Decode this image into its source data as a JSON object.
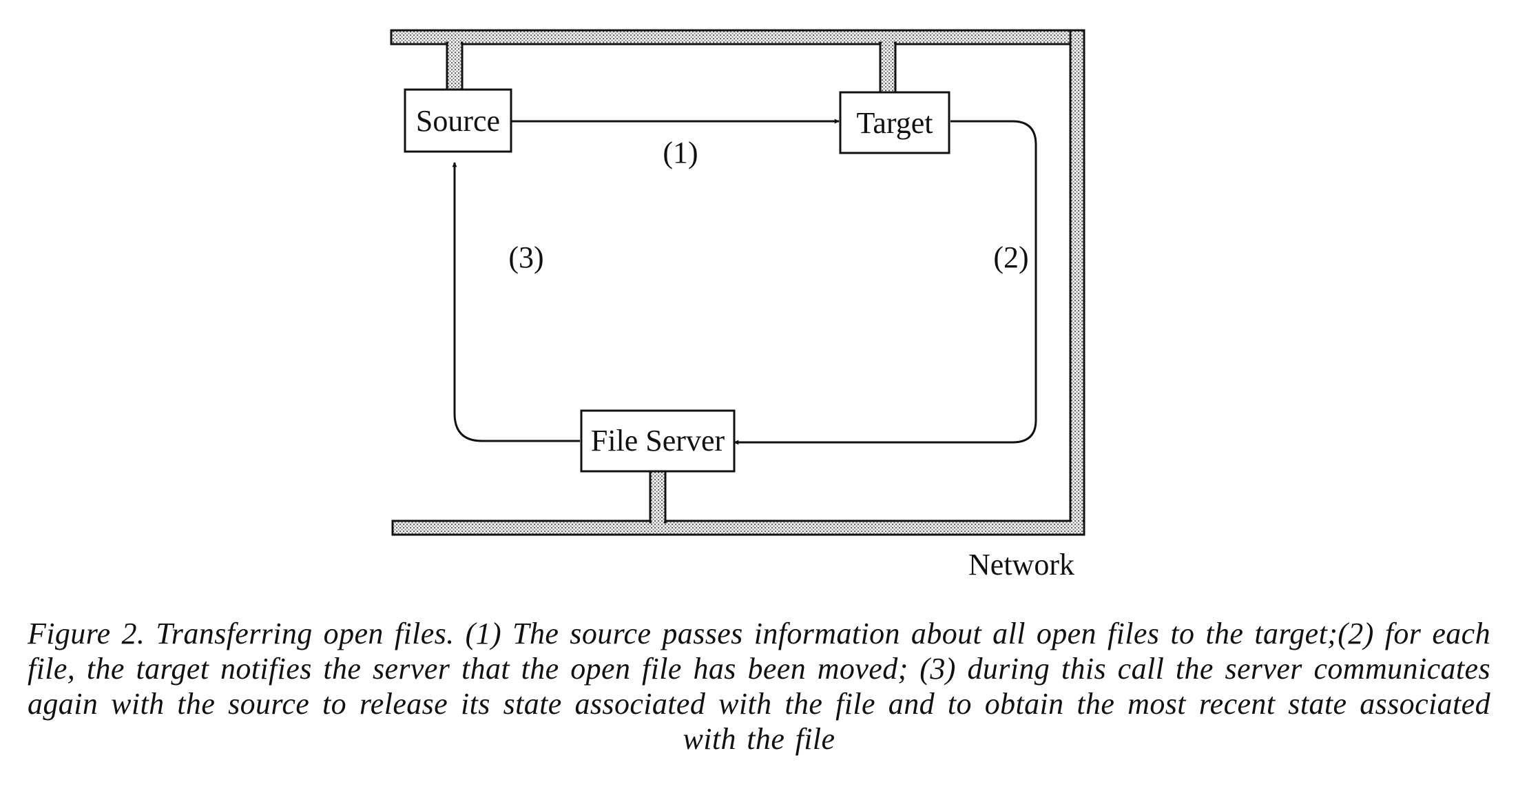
{
  "diagram": {
    "nodes": {
      "source": "Source",
      "target": "Target",
      "file_server": "File Server"
    },
    "edge_labels": {
      "step1": "(1)",
      "step2": "(2)",
      "step3": "(3)"
    },
    "network_label": "Network"
  },
  "caption": {
    "text": "Figure 2. Transferring open files. (1) The source passes information about all open files to the target;(2) for each file, the target notifies the server that the open file has been moved; (3) during this call the server communicates again with the source to release its state associated with the file and to obtain the most recent state associated with the file"
  }
}
